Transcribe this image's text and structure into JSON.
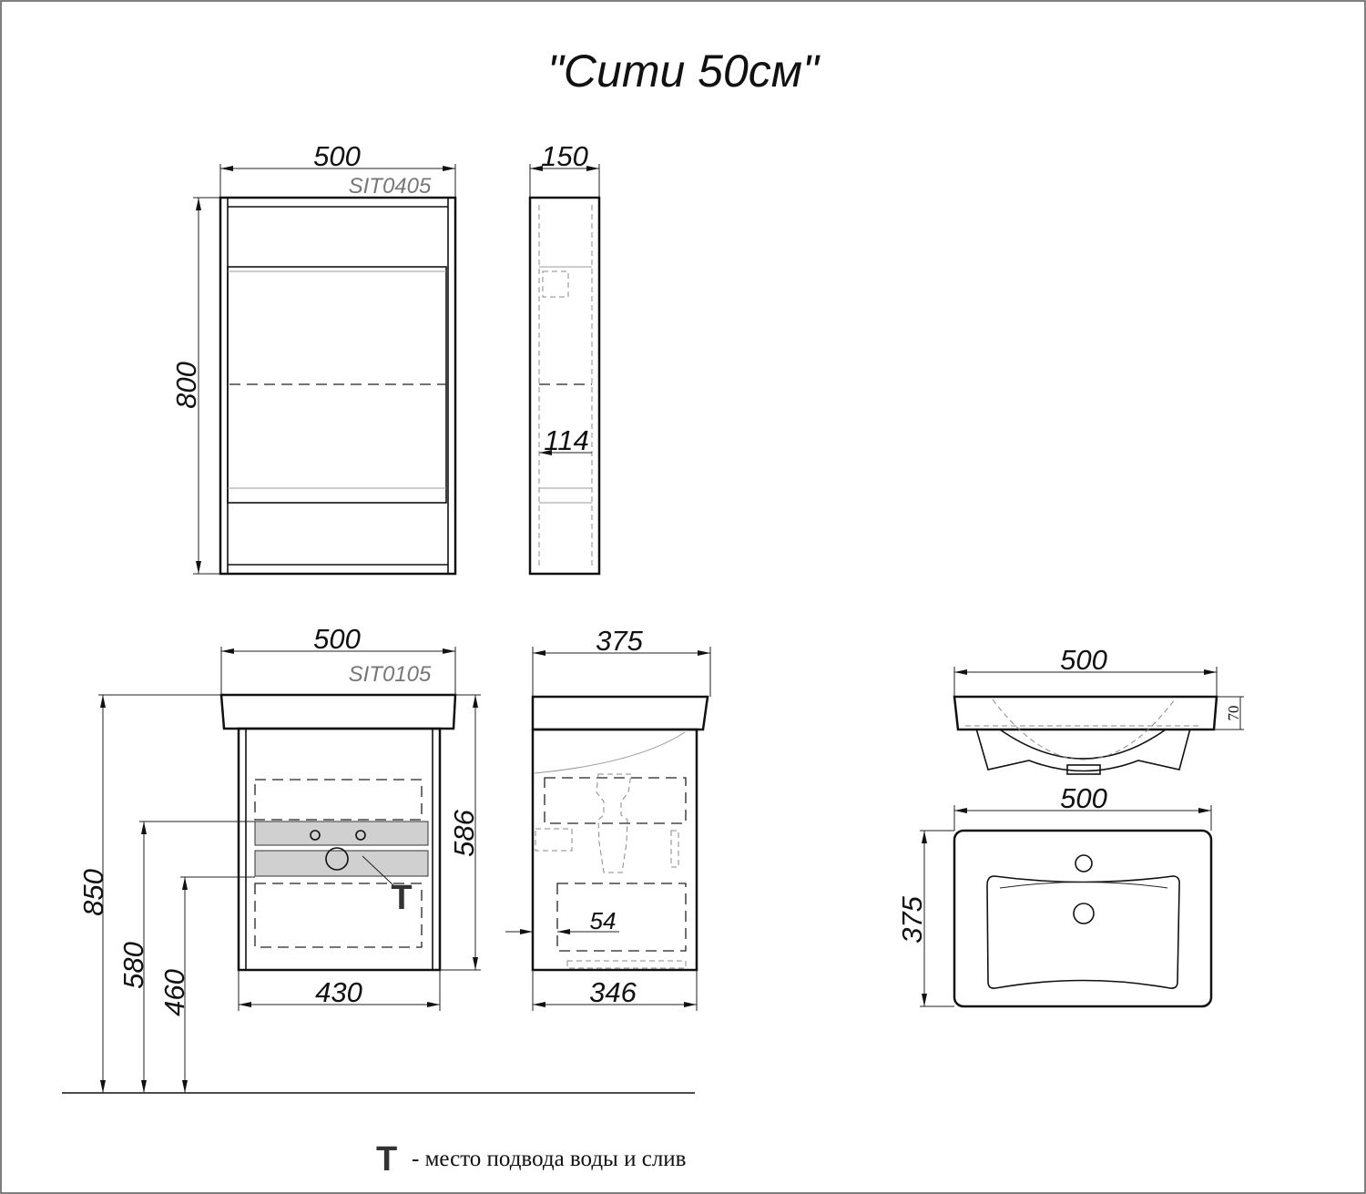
{
  "title": "\"Сити 50см\"",
  "mirror_cabinet": {
    "code": "SIT0405",
    "width": "500",
    "height": "800",
    "depth": "150",
    "shelf_depth": "114"
  },
  "vanity": {
    "code": "SIT0105",
    "width": "500",
    "body_width": "430",
    "height_total": "850",
    "body_height": "586",
    "depth": "375",
    "body_depth": "346",
    "offset": "54",
    "water_height": "580",
    "drain_height": "460",
    "connection_mark": "T"
  },
  "sink": {
    "width_side": "500",
    "thickness": "70",
    "width_top": "500",
    "depth": "375"
  },
  "legend": {
    "mark": "T",
    "text": "- место подвода воды и слив"
  }
}
